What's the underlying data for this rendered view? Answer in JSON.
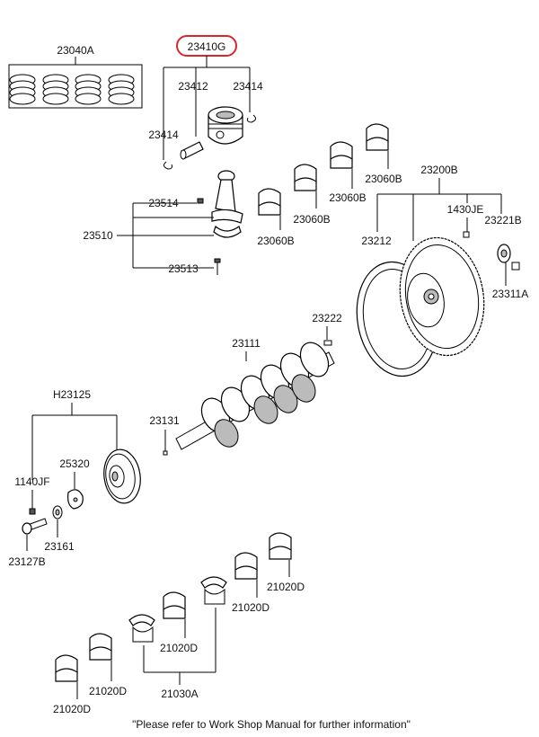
{
  "diagram": {
    "labels": {
      "l_23040A": "23040A",
      "l_23410G": "23410G",
      "l_23412": "23412",
      "l_23414_top": "23414",
      "l_23414_left": "23414",
      "l_23514": "23514",
      "l_23510": "23510",
      "l_23513": "23513",
      "l_23060B_1": "23060B",
      "l_23060B_2": "23060B",
      "l_23060B_3": "23060B",
      "l_23060B_4": "23060B",
      "l_23200B": "23200B",
      "l_1430JE": "1430JE",
      "l_23221B": "23221B",
      "l_23212": "23212",
      "l_23311A": "23311A",
      "l_23222": "23222",
      "l_23111": "23111",
      "l_H23125": "H23125",
      "l_23131": "23131",
      "l_25320": "25320",
      "l_1140JF": "1140JF",
      "l_23161": "23161",
      "l_23127B": "23127B",
      "l_21020D_1": "21020D",
      "l_21020D_2": "21020D",
      "l_21020D_3": "21020D",
      "l_21020D_4": "21020D",
      "l_21020D_5": "21020D",
      "l_21030A": "21030A"
    },
    "highlight_color": "#d9262c",
    "footer": "\"Please refer to Work Shop Manual for further information\""
  }
}
